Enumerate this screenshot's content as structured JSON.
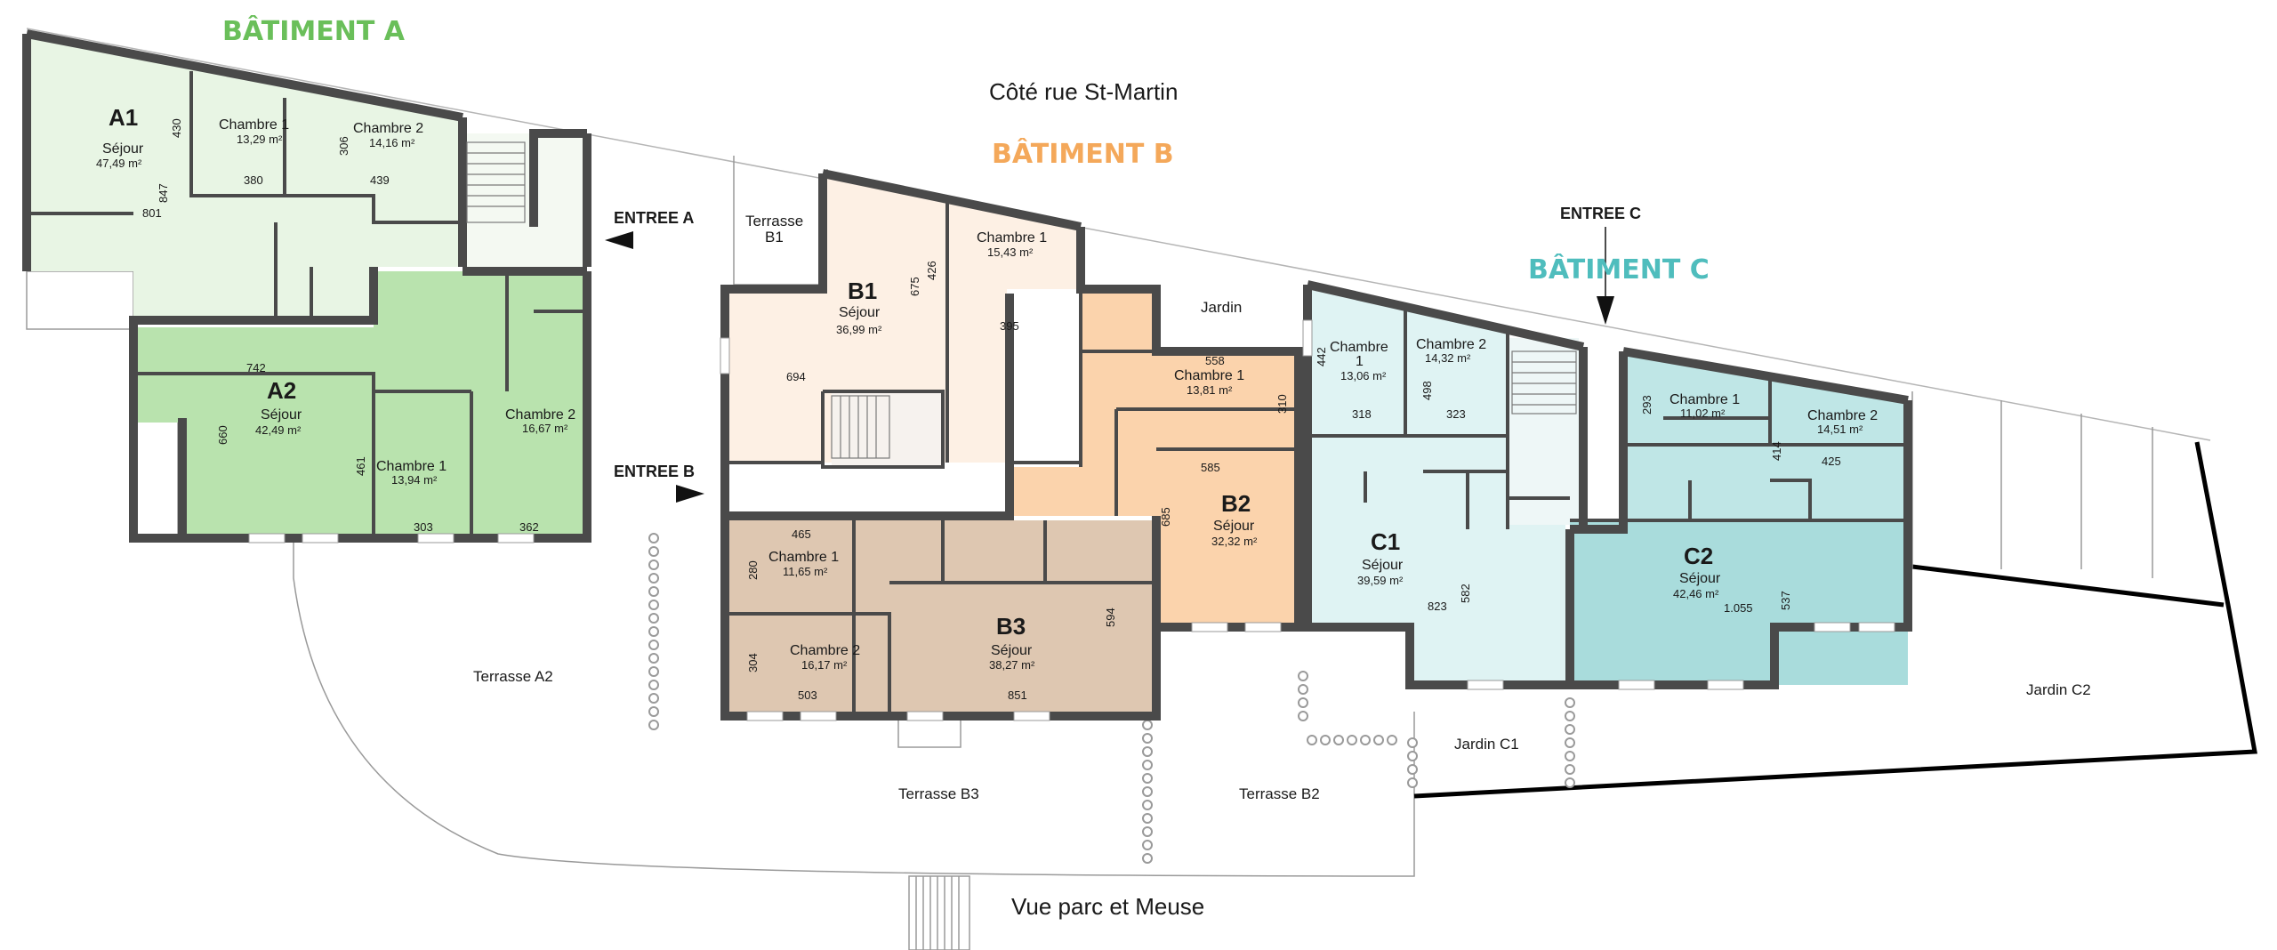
{
  "colors": {
    "building_a": "#6abf5a",
    "building_b": "#f4a85a",
    "building_c": "#4fbdbd",
    "fill_a1": "#e8f5e4",
    "fill_a2": "#b9e3ae",
    "fill_b1": "#fdf0e4",
    "fill_b2": "#fbd3ac",
    "fill_b3": "#dec7b1",
    "fill_c1": "#dff3f3",
    "fill_c2": "#bfe6e6",
    "walls": "#4a4a4a"
  },
  "buildings": {
    "a": "BÂTIMENT A",
    "b": "BÂTIMENT B",
    "c": "BÂTIMENT C"
  },
  "street": {
    "north": "Côté rue St-Martin",
    "south": "Vue parc et Meuse"
  },
  "entrances": {
    "a": "ENTREE A",
    "b": "ENTREE B",
    "c": "ENTREE C"
  },
  "exterior": {
    "terrasse_a2": "Terrasse A2",
    "terrasse_b1_line1": "Terrasse",
    "terrasse_b1_line2": "B1",
    "terrasse_b2": "Terrasse B2",
    "terrasse_b3": "Terrasse B3",
    "jardin": "Jardin",
    "jardin_c1": "Jardin C1",
    "jardin_c2": "Jardin C2"
  },
  "units": {
    "a1": {
      "name": "A1",
      "sejour": {
        "label": "Séjour",
        "area": "47,49 m²"
      },
      "chambre1": {
        "label": "Chambre 1",
        "area": "13,29 m²"
      },
      "chambre2": {
        "label": "Chambre 2",
        "area": "14,16 m²"
      },
      "dims": [
        "430",
        "380",
        "306",
        "439",
        "847",
        "801"
      ]
    },
    "a2": {
      "name": "A2",
      "sejour": {
        "label": "Séjour",
        "area": "42,49 m²"
      },
      "chambre1": {
        "label": "Chambre 1",
        "area": "13,94 m²"
      },
      "chambre2": {
        "label": "Chambre 2",
        "area": "16,67 m²"
      },
      "dims": [
        "742",
        "660",
        "461",
        "303",
        "362"
      ]
    },
    "b1": {
      "name": "B1",
      "sejour": {
        "label": "Séjour",
        "area": "36,99 m²"
      },
      "chambre1": {
        "label": "Chambre 1",
        "area": "15,43 m²"
      },
      "dims": [
        "675",
        "426",
        "395",
        "694"
      ]
    },
    "b2": {
      "name": "B2",
      "sejour": {
        "label": "Séjour",
        "area": "32,32 m²"
      },
      "chambre1": {
        "label": "Chambre 1",
        "area": "13,81 m²"
      },
      "dims": [
        "558",
        "310",
        "585",
        "685"
      ]
    },
    "b3": {
      "name": "B3",
      "sejour": {
        "label": "Séjour",
        "area": "38,27 m²"
      },
      "chambre1": {
        "label": "Chambre 1",
        "area": "11,65 m²"
      },
      "chambre2": {
        "label": "Chambre 2",
        "area": "16,17 m²"
      },
      "dims": [
        "465",
        "280",
        "304",
        "503",
        "851",
        "594"
      ]
    },
    "c1": {
      "name": "C1",
      "sejour": {
        "label": "Séjour",
        "area": "39,59 m²"
      },
      "chambre1": {
        "label_line1": "Chambre",
        "label_line2": "1",
        "area": "13,06 m²"
      },
      "chambre2": {
        "label": "Chambre 2",
        "area": "14,32 m²"
      },
      "dims": [
        "442",
        "498",
        "318",
        "323",
        "823",
        "582"
      ]
    },
    "c2": {
      "name": "C2",
      "sejour": {
        "label": "Séjour",
        "area": "42,46 m²"
      },
      "chambre1": {
        "label": "Chambre 1",
        "area": "11,02 m²"
      },
      "chambre2": {
        "label": "Chambre 2",
        "area": "14,51 m²"
      },
      "dims": [
        "293",
        "414",
        "425",
        "1.055",
        "537"
      ]
    }
  }
}
